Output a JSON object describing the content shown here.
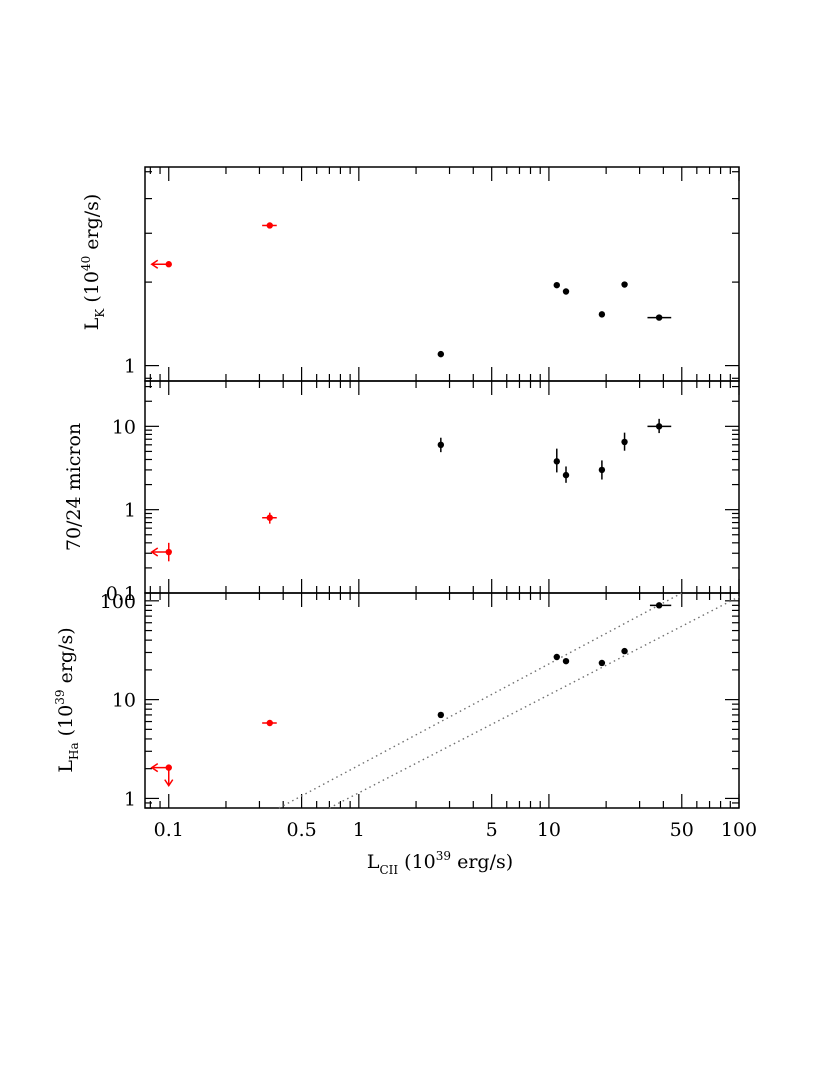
{
  "chart_data": {
    "type": "scatter",
    "x_axis": {
      "label_main": "L",
      "label_sub": "CII",
      "label_pre": " (10",
      "label_sup": "39",
      "label_post": " erg/s)",
      "scale": "log",
      "range": [
        0.075,
        100
      ],
      "tick_labels": [
        "0.1",
        "0.5",
        "1",
        "5",
        "10",
        "50",
        "100"
      ],
      "tick_values": [
        0.1,
        0.5,
        1,
        5,
        10,
        50,
        100
      ]
    },
    "colors": {
      "highlight": "#ff0000",
      "default": "#000000",
      "model_line": "#707070"
    },
    "panels": [
      {
        "id": "lk",
        "ylabel_main": "L",
        "ylabel_sub": "K",
        "ylabel_pre": " (10",
        "ylabel_sup": "40",
        "ylabel_post": " erg/s)",
        "yscale": "log",
        "ylim": [
          0.88,
          5.2
        ],
        "tick_labels": [
          "1"
        ],
        "tick_values": [
          1
        ],
        "points": [
          {
            "x": 0.1,
            "y": 2.32,
            "color": "red",
            "xerr": null,
            "x_upper_limit": true
          },
          {
            "x": 0.34,
            "y": 3.2,
            "color": "red",
            "xerr": [
              0.31,
              0.37
            ]
          },
          {
            "x": 2.7,
            "y": 1.1,
            "color": "black"
          },
          {
            "x": 11,
            "y": 1.95,
            "color": "black"
          },
          {
            "x": 12.3,
            "y": 1.85,
            "color": "black"
          },
          {
            "x": 19,
            "y": 1.53,
            "color": "black"
          },
          {
            "x": 25,
            "y": 1.96,
            "color": "black"
          },
          {
            "x": 38,
            "y": 1.49,
            "color": "black",
            "xerr": [
              33,
              44
            ]
          }
        ]
      },
      {
        "id": "ratio",
        "ylabel_main": "70/24 micron",
        "yscale": "log",
        "ylim": [
          0.1,
          35
        ],
        "tick_labels": [
          "0.1",
          "1",
          "10"
        ],
        "tick_values": [
          0.1,
          1,
          10
        ],
        "points": [
          {
            "x": 0.1,
            "y": 0.31,
            "color": "red",
            "yerr": [
              0.24,
              0.4
            ],
            "x_upper_limit": true
          },
          {
            "x": 0.34,
            "y": 0.8,
            "color": "red",
            "xerr": [
              0.31,
              0.37
            ],
            "yerr": [
              0.68,
              0.92
            ]
          },
          {
            "x": 2.7,
            "y": 6.0,
            "color": "black",
            "yerr": [
              4.9,
              7.3
            ]
          },
          {
            "x": 11,
            "y": 3.8,
            "color": "black",
            "yerr": [
              2.8,
              5.4
            ]
          },
          {
            "x": 12.3,
            "y": 2.6,
            "color": "black",
            "yerr": [
              2.1,
              3.3
            ]
          },
          {
            "x": 19,
            "y": 3.0,
            "color": "black",
            "yerr": [
              2.3,
              3.9
            ]
          },
          {
            "x": 25,
            "y": 6.5,
            "color": "black",
            "yerr": [
              5.1,
              8.4
            ]
          },
          {
            "x": 38,
            "y": 10,
            "color": "black",
            "xerr": [
              33,
              44
            ],
            "yerr": [
              8.3,
              12.3
            ]
          }
        ]
      },
      {
        "id": "lha",
        "ylabel_main": "L",
        "ylabel_sub": "Ha",
        "ylabel_pre": " (10",
        "ylabel_sup": "39",
        "ylabel_post": " erg/s)",
        "yscale": "log",
        "ylim": [
          0.8,
          120
        ],
        "tick_labels": [
          "1",
          "10",
          "100"
        ],
        "tick_values": [
          1,
          10,
          100
        ],
        "points": [
          {
            "x": 0.1,
            "y": 2.05,
            "color": "red",
            "x_upper_limit": true,
            "y_upper_limit": true
          },
          {
            "x": 0.34,
            "y": 5.8,
            "color": "red",
            "xerr": [
              0.31,
              0.37
            ]
          },
          {
            "x": 2.7,
            "y": 7.0,
            "color": "black"
          },
          {
            "x": 11,
            "y": 27,
            "color": "black"
          },
          {
            "x": 12.3,
            "y": 24.5,
            "color": "black"
          },
          {
            "x": 19,
            "y": 23.5,
            "color": "black"
          },
          {
            "x": 25,
            "y": 31,
            "color": "black"
          },
          {
            "x": 38,
            "y": 90,
            "color": "black",
            "xerr": [
              34,
              44
            ]
          }
        ],
        "model_lines": [
          {
            "x": [
              0.38,
              50
            ],
            "y": [
              0.8,
              120
            ]
          },
          {
            "x": [
              0.7,
              100
            ],
            "y": [
              0.8,
              110
            ]
          }
        ]
      }
    ]
  }
}
